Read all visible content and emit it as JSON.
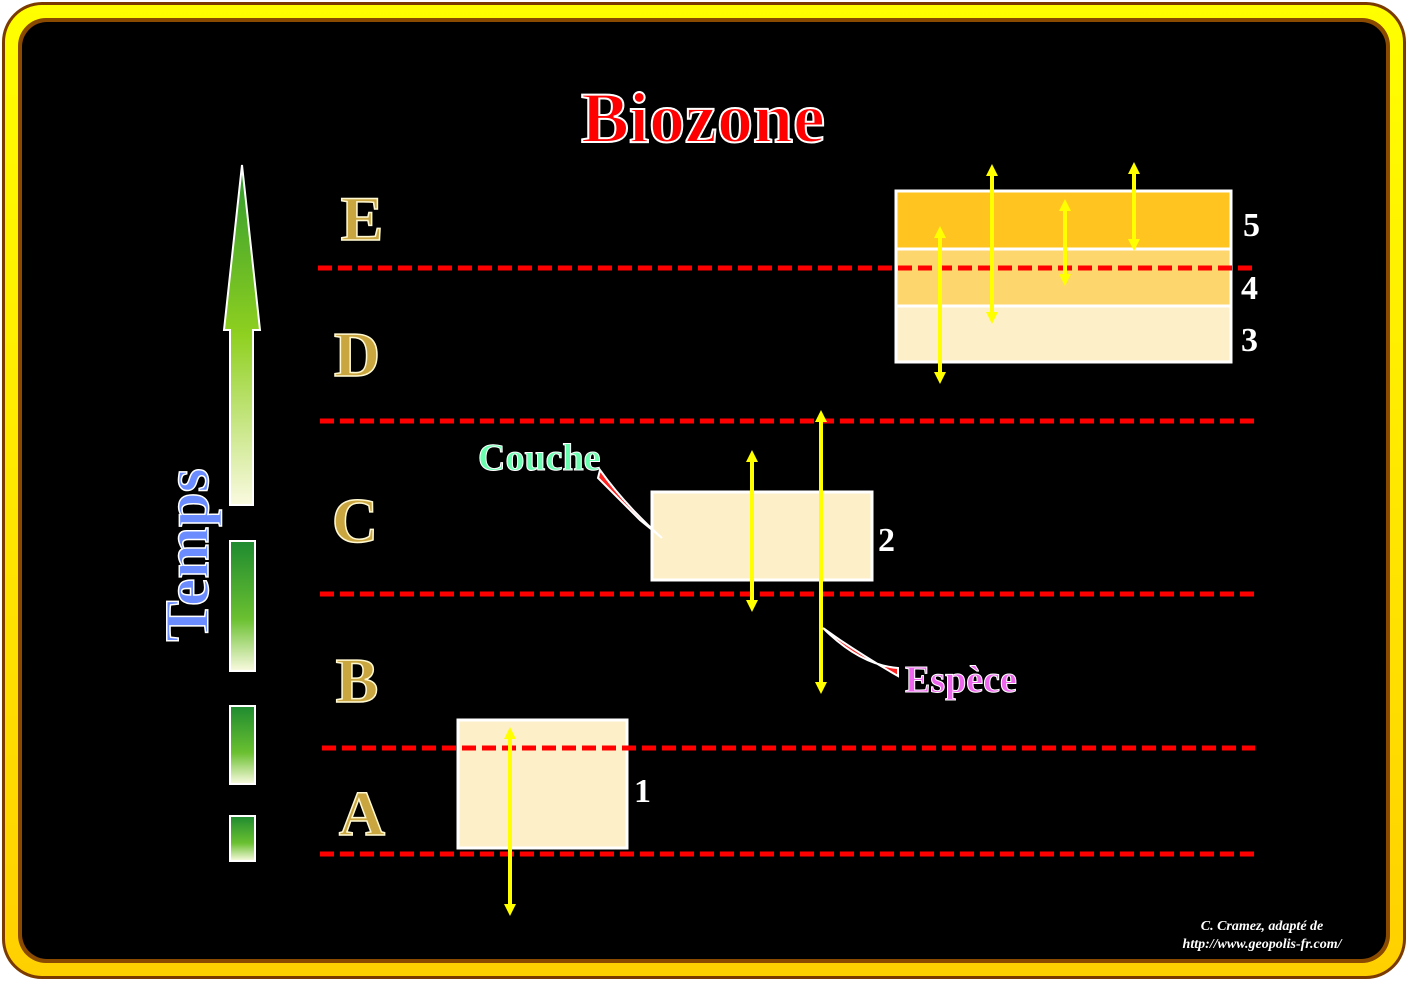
{
  "title": "Biozone",
  "time_label": "Temps",
  "zones": [
    "A",
    "B",
    "C",
    "D",
    "E"
  ],
  "layer_numbers": [
    "1",
    "2",
    "3",
    "4",
    "5"
  ],
  "callouts": {
    "layer": "Couche",
    "species": "Espèce"
  },
  "credit": {
    "line1": "C. Cramez, adapté de",
    "line2": "http://www.geopolis-fr.com/"
  },
  "colors": {
    "title": "#ff0000",
    "zone_letters": "#c9a640",
    "boundary": "#ff0000",
    "arrows": "#ffff00",
    "layer_light": "#fdefc8",
    "layer_mid": "#fed66e",
    "layer_dark": "#ffc41f",
    "couche": "#6affb0",
    "espece": "#ee66ee",
    "temps": "#6a8cff"
  }
}
